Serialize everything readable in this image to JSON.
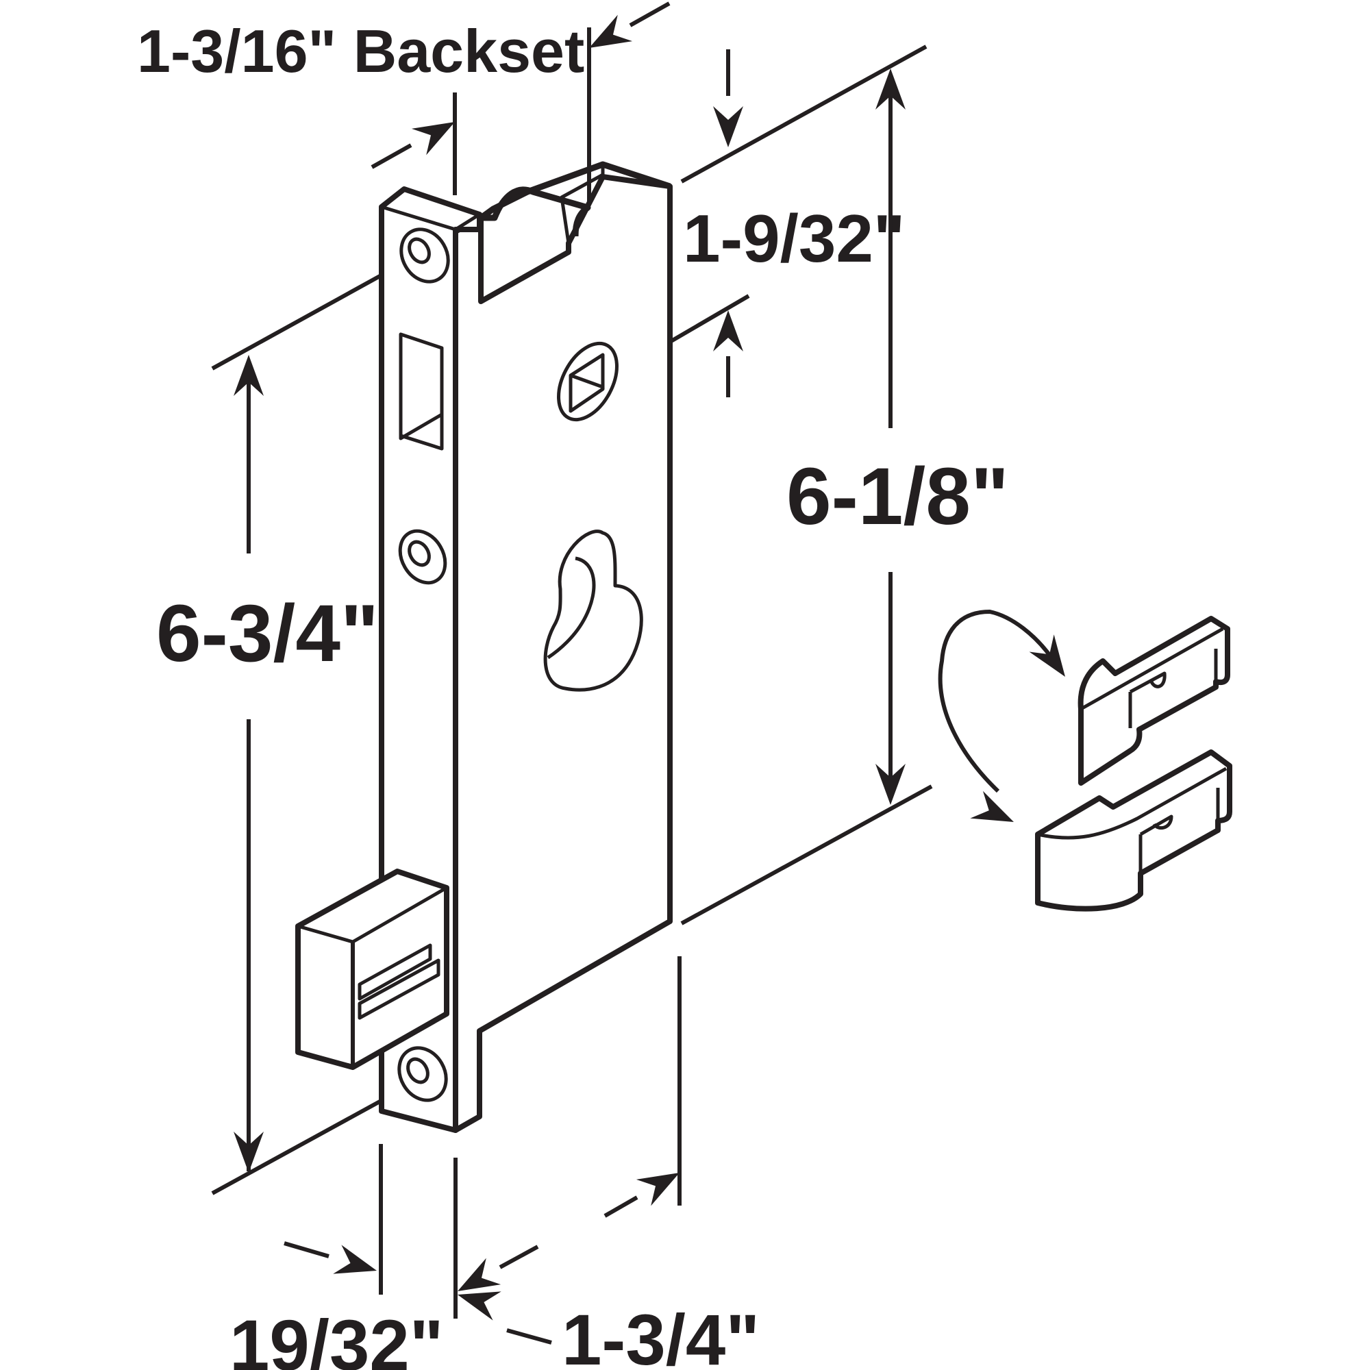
{
  "diagram": {
    "labels": {
      "backset": "1-3/16\" Backset",
      "faceplate_height": "6-3/4\"",
      "overall_height": "6-1/8\"",
      "top_offset": "1-9/32\"",
      "depth": "1-3/4\"",
      "faceplate_width": "19/32\""
    }
  },
  "colors": {
    "ink": "#231f20",
    "background": "#ffffff"
  }
}
